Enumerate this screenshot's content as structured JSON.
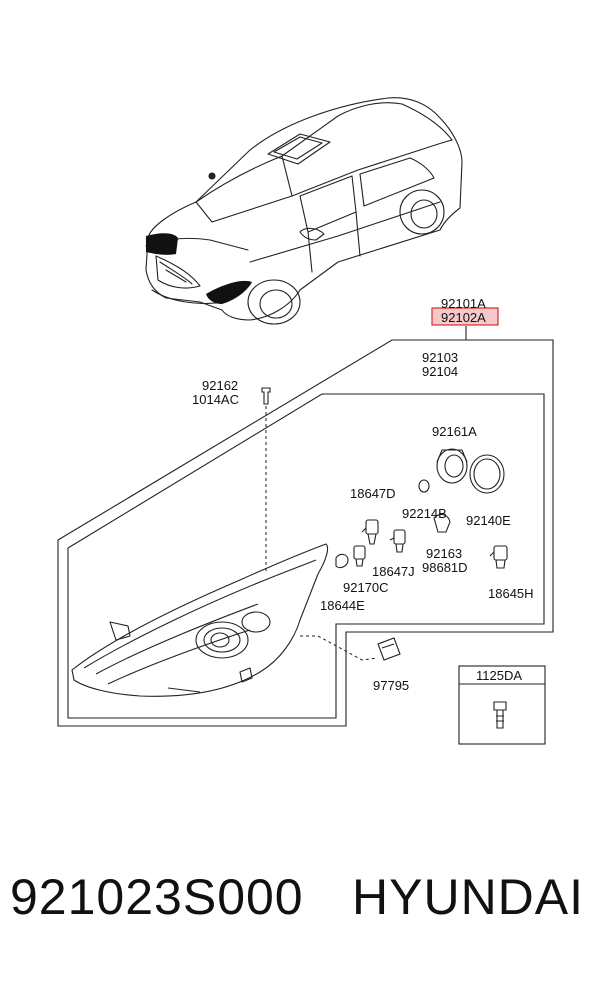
{
  "labels": {
    "assembly_a": "92101A",
    "assembly_b": "92102A",
    "housing_a": "92103",
    "housing_b": "92104",
    "screw_a": "92162",
    "screw_b": "1014AC",
    "cap_large": "92161A",
    "bulb_d": "18647D",
    "cap_small": "92214B",
    "ring": "92140E",
    "bulb_j": "18647J",
    "socket_a": "92163",
    "socket_b": "98681D",
    "bulb_c": "92170C",
    "bulb_e": "18644E",
    "bulb_h": "18645H",
    "actuator": "97795",
    "bolt": "1125DA"
  },
  "footer": {
    "part_number": "921023S000",
    "brand": "HYUNDAI"
  },
  "colors": {
    "highlight_fill": "#f6c9c9",
    "highlight_stroke": "#d03030"
  }
}
